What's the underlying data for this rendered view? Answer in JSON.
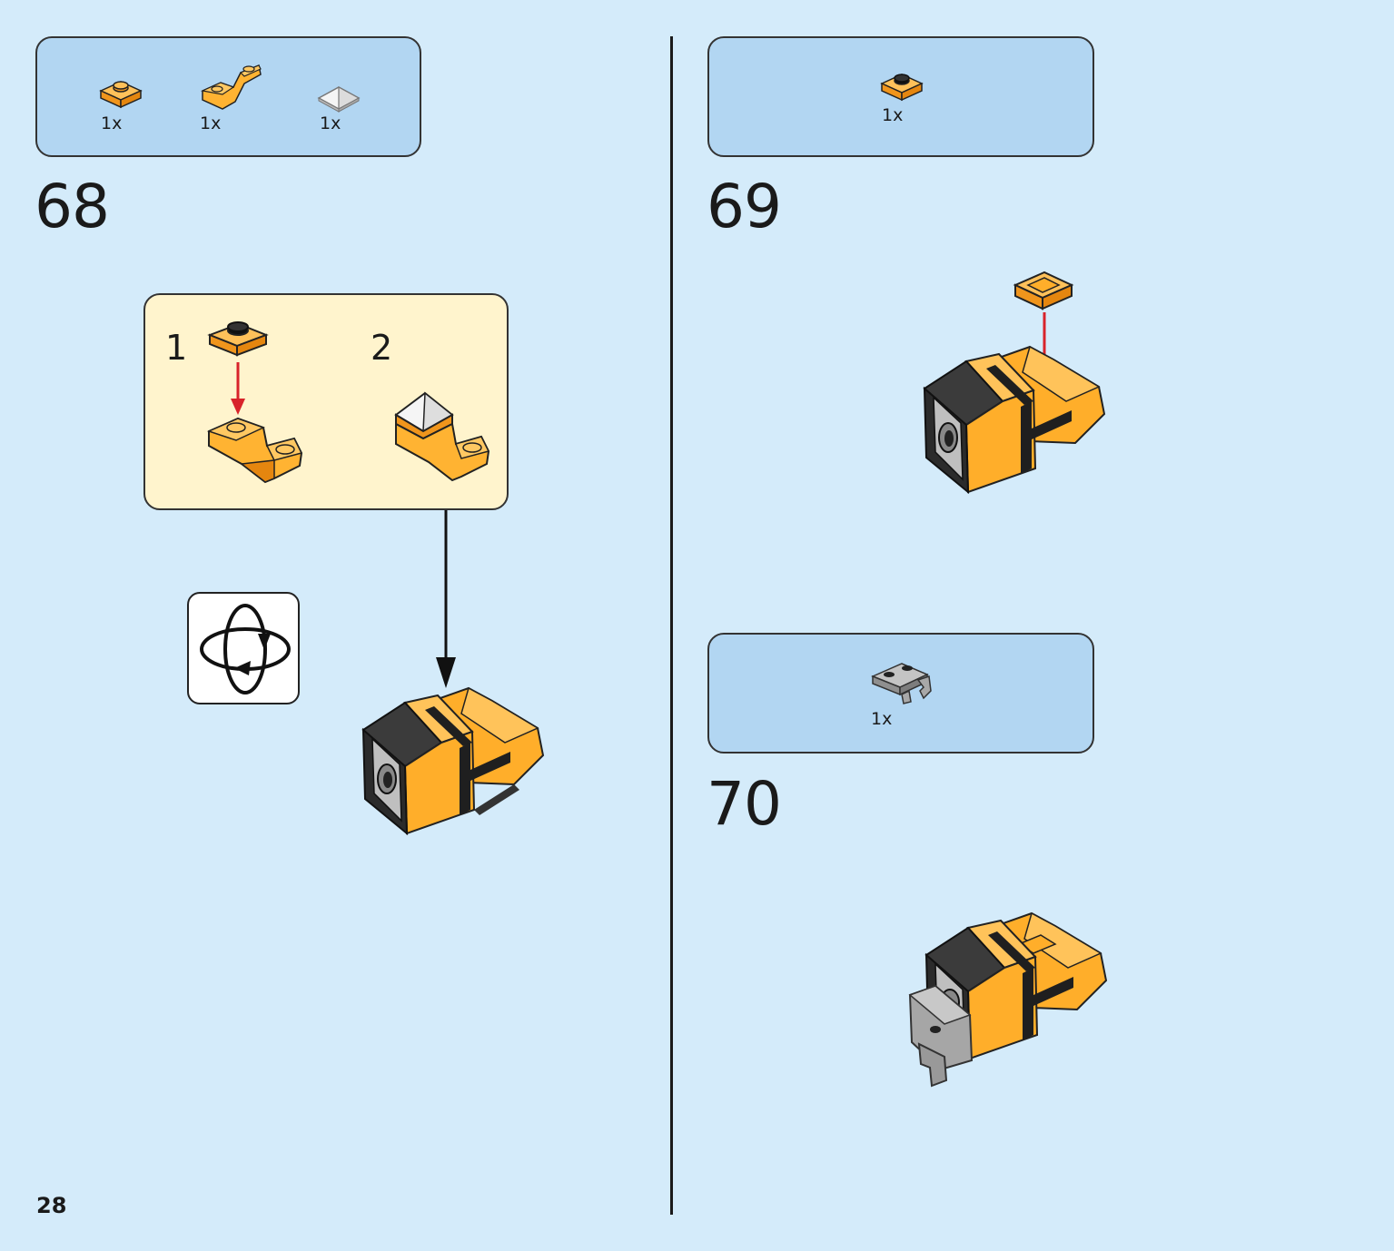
{
  "page_number": "28",
  "steps": [
    {
      "number": "68",
      "parts": [
        {
          "icon": "orange-round-plate-icon",
          "qty": "1x"
        },
        {
          "icon": "orange-inverted-slope-icon",
          "qty": "1x"
        },
        {
          "icon": "white-pyramid-tile-icon",
          "qty": "1x"
        }
      ],
      "substeps": [
        "1",
        "2"
      ]
    },
    {
      "number": "69",
      "parts": [
        {
          "icon": "orange-round-plate-icon",
          "qty": "1x"
        }
      ]
    },
    {
      "number": "70",
      "parts": [
        {
          "icon": "gray-clip-plate-icon",
          "qty": "1x"
        }
      ]
    }
  ],
  "colors": {
    "background": "#d4ebfa",
    "parts_box": "#b2d6f2",
    "substep_box": "#fff4cd",
    "brick_orange": "#ffae2a",
    "arrow_red": "#d8232a",
    "gray_part": "#a0a0a0"
  }
}
